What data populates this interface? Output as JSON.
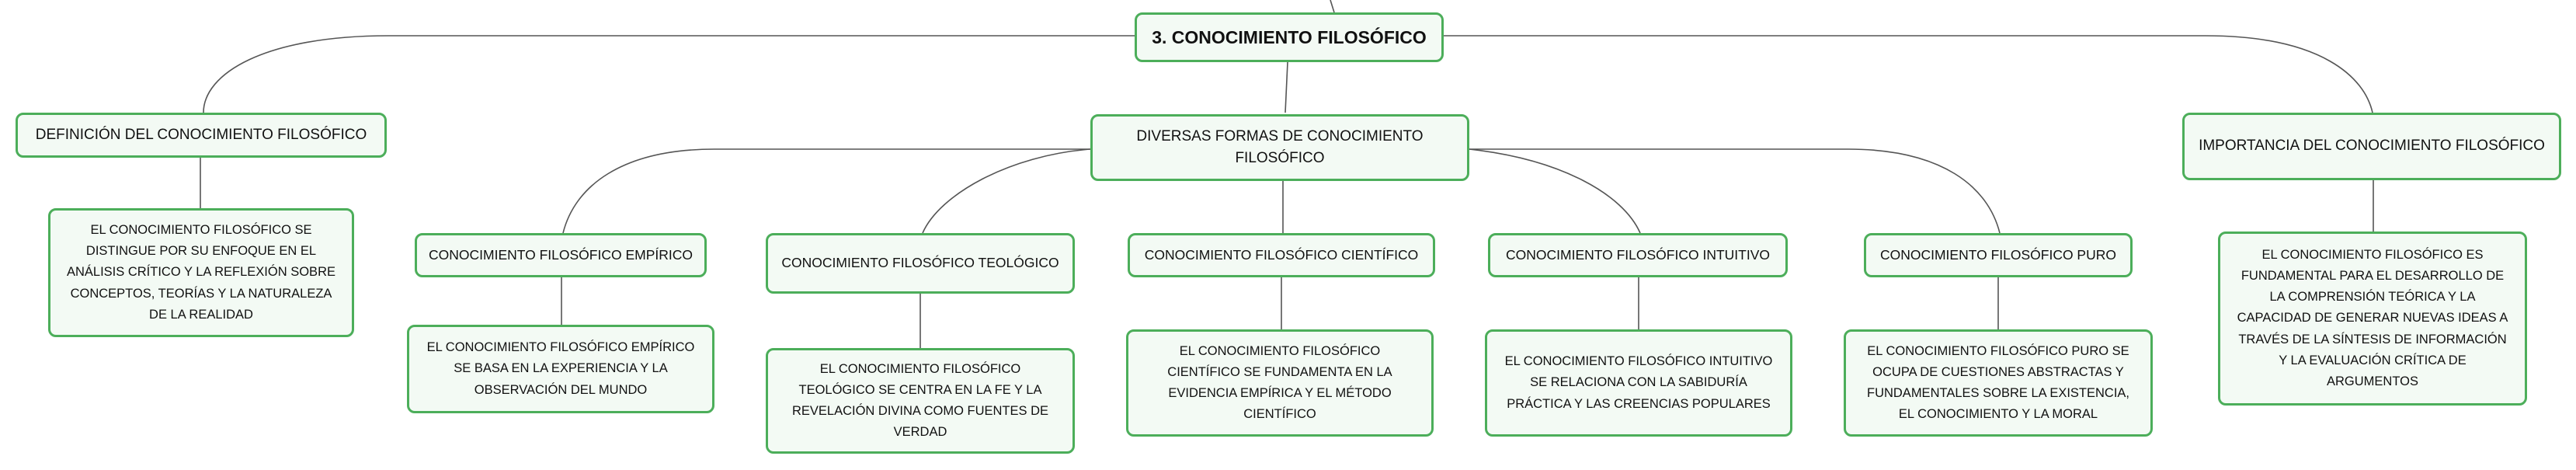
{
  "root": {
    "label": "3. CONOCIMIENTO FILOSÓFICO"
  },
  "definicion": {
    "label": "DEFINICIÓN DEL CONOCIMIENTO FILOSÓFICO",
    "text": "EL CONOCIMIENTO FILOSÓFICO SE DISTINGUE POR SU ENFOQUE EN EL ANÁLISIS CRÍTICO Y LA REFLEXIÓN SOBRE CONCEPTOS, TEORÍAS Y LA NATURALEZA DE LA REALIDAD"
  },
  "formas": {
    "label": "DIVERSAS FORMAS DE CONOCIMIENTO FILOSÓFICO",
    "items": [
      {
        "label": "CONOCIMIENTO FILOSÓFICO EMPÍRICO",
        "text": "EL CONOCIMIENTO FILOSÓFICO EMPÍRICO SE BASA EN LA EXPERIENCIA Y LA OBSERVACIÓN DEL MUNDO"
      },
      {
        "label": "CONOCIMIENTO FILOSÓFICO TEOLÓGICO",
        "text": "EL CONOCIMIENTO FILOSÓFICO TEOLÓGICO SE CENTRA EN LA FE Y LA REVELACIÓN DIVINA COMO FUENTES DE VERDAD"
      },
      {
        "label": "CONOCIMIENTO FILOSÓFICO CIENTÍFICO",
        "text": "EL CONOCIMIENTO FILOSÓFICO CIENTÍFICO SE FUNDAMENTA EN LA EVIDENCIA EMPÍRICA Y EL MÉTODO CIENTÍFICO"
      },
      {
        "label": "CONOCIMIENTO FILOSÓFICO INTUITIVO",
        "text": "EL CONOCIMIENTO FILOSÓFICO INTUITIVO SE RELACIONA CON LA SABIDURÍA PRÁCTICA Y LAS CREENCIAS POPULARES"
      },
      {
        "label": "CONOCIMIENTO FILOSÓFICO PURO",
        "text": "EL CONOCIMIENTO FILOSÓFICO PURO SE OCUPA DE CUESTIONES ABSTRACTAS Y FUNDAMENTALES SOBRE LA EXISTENCIA, EL CONOCIMIENTO Y LA MORAL"
      }
    ]
  },
  "importancia": {
    "label": "IMPORTANCIA DEL CONOCIMIENTO FILOSÓFICO",
    "text": "EL CONOCIMIENTO FILOSÓFICO ES FUNDAMENTAL PARA EL DESARROLLO DE LA COMPRENSIÓN TEÓRICA Y LA CAPACIDAD DE GENERAR NUEVAS IDEAS A TRAVÉS DE LA SÍNTESIS DE INFORMACIÓN Y LA EVALUACIÓN CRÍTICA DE ARGUMENTOS"
  },
  "colors": {
    "border": "#4cae5a",
    "fill": "#f3faf4",
    "line": "#555555"
  }
}
